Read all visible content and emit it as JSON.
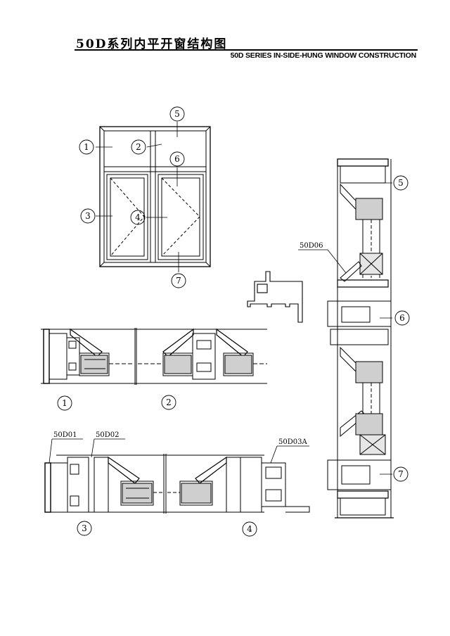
{
  "header": {
    "title_cn": "50D系列内平开窗结构图",
    "title_en": "50D SERIES IN-SIDE-HUNG WINDOW CONSTRUCTION"
  },
  "callouts": {
    "c1": "1",
    "c2": "2",
    "c3": "3",
    "c4": "4",
    "c5": "5",
    "c6": "6",
    "c7": "7"
  },
  "section_numbers": {
    "s1": "1",
    "s2": "2",
    "s3": "3",
    "s4": "4",
    "s5": "5",
    "s6": "6",
    "s7": "7"
  },
  "profile_codes": {
    "p1": "50D01",
    "p2": "50D02",
    "p3": "50D03A",
    "p6": "50D06"
  }
}
